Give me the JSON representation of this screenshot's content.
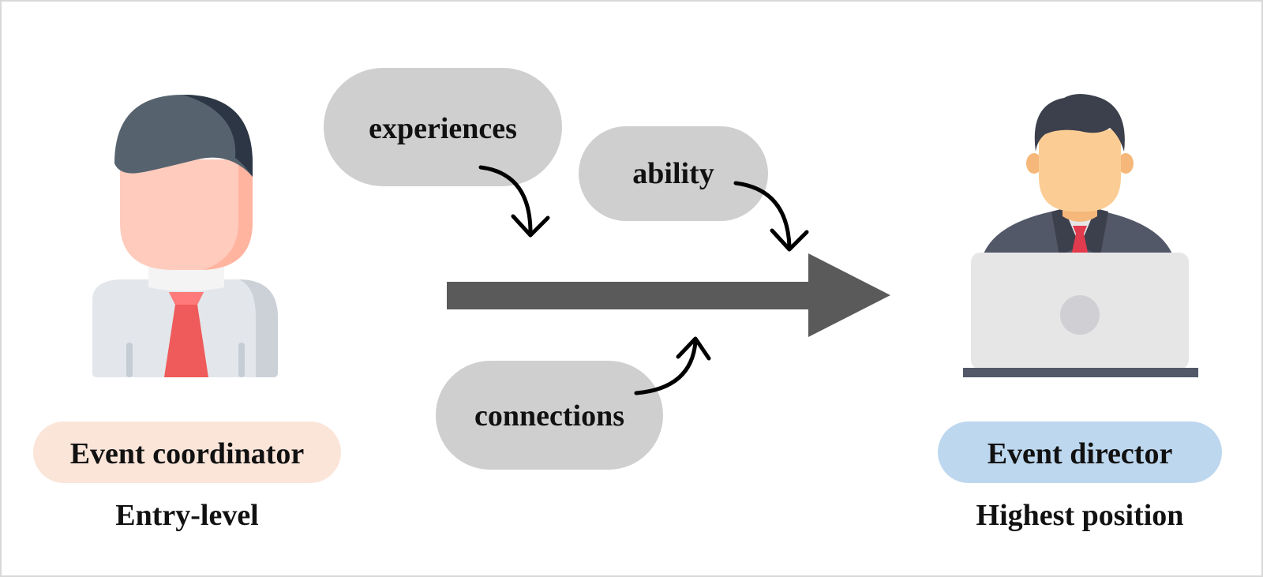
{
  "bubbles": {
    "experiences": "experiences",
    "ability": "ability",
    "connections": "connections"
  },
  "left": {
    "role": "Event coordinator",
    "level": "Entry-level",
    "icon": "entry-level-person-icon"
  },
  "right": {
    "role": "Event director",
    "level": "Highest position",
    "icon": "director-at-laptop-icon"
  },
  "colors": {
    "bubble": "#cfcfcf",
    "arrow": "#5a5a5a",
    "left_label_bg": "#fbe5d9",
    "right_label_bg": "#bdd7ee"
  }
}
